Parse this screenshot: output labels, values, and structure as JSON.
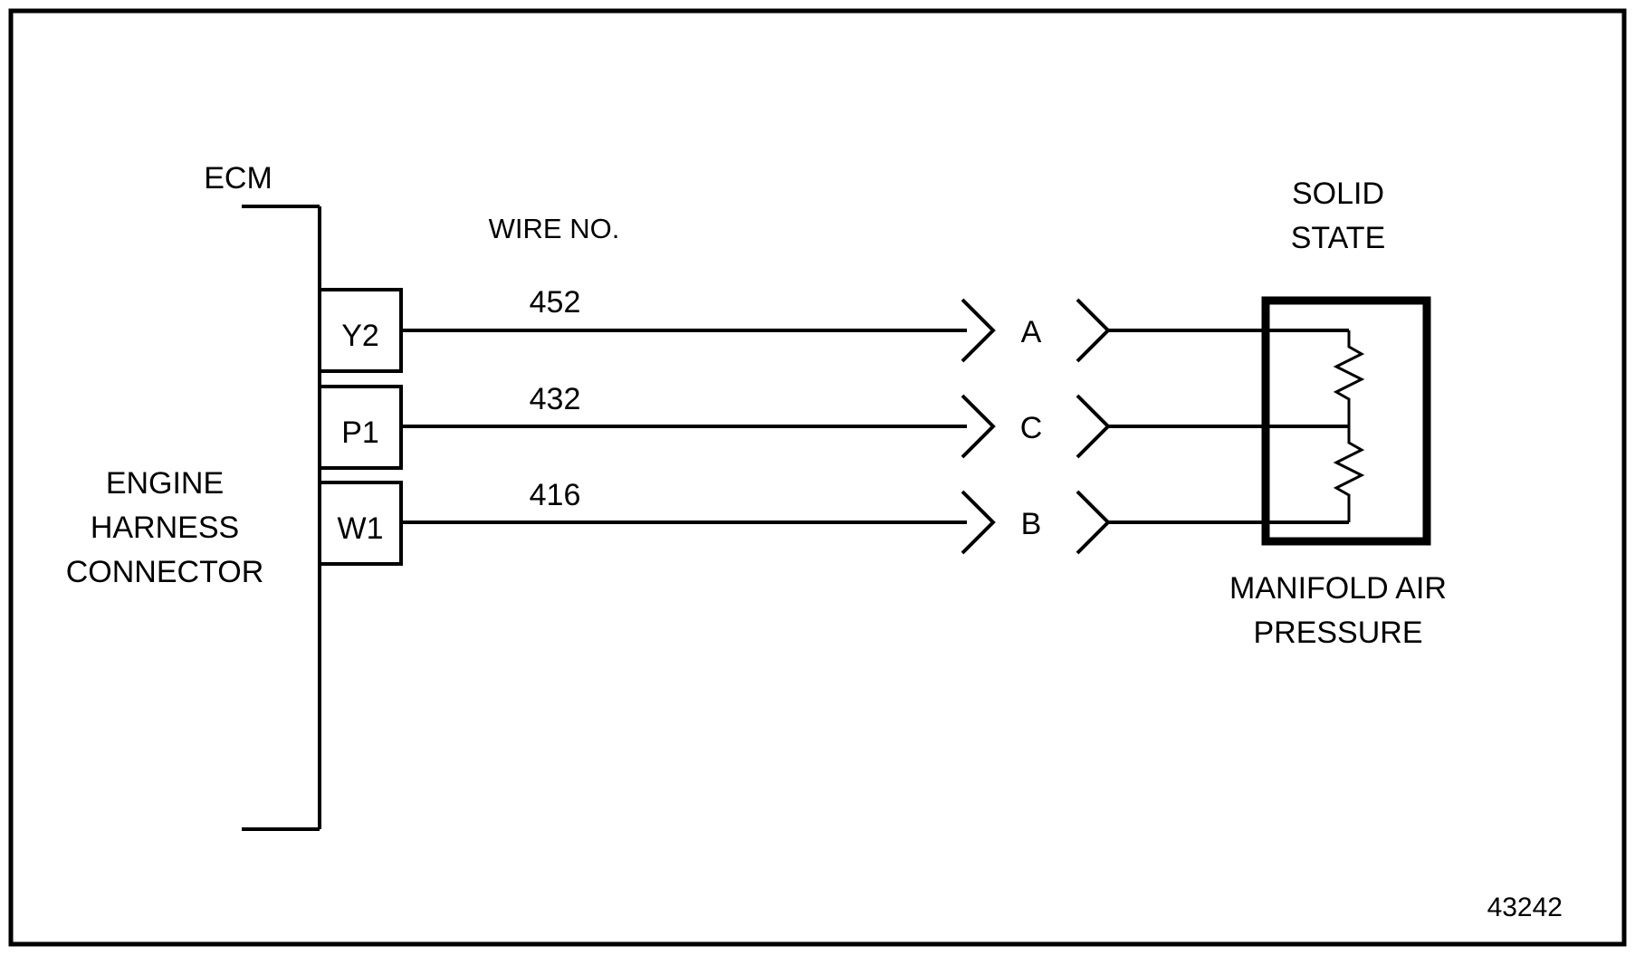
{
  "diagram": {
    "title_number": "43242",
    "ecm": {
      "label": "ECM",
      "harness_label_lines": [
        "ENGINE",
        "HARNESS",
        "CONNECTOR"
      ],
      "pins": [
        {
          "id": "Y2",
          "label": "Y2"
        },
        {
          "id": "P1",
          "label": "P1"
        },
        {
          "id": "W1",
          "label": "W1"
        }
      ]
    },
    "wire_header": "WIRE NO.",
    "wires": [
      {
        "wire_number": "452",
        "ecm_pin": "Y2",
        "terminal": "A"
      },
      {
        "wire_number": "432",
        "ecm_pin": "P1",
        "terminal": "C"
      },
      {
        "wire_number": "416",
        "ecm_pin": "W1",
        "terminal": "B"
      }
    ],
    "terminals": [
      {
        "label": "A"
      },
      {
        "label": "C"
      },
      {
        "label": "B"
      }
    ],
    "sensor": {
      "top_label_lines": [
        "SOLID",
        "STATE"
      ],
      "bottom_label_lines": [
        "MANIFOLD AIR",
        "PRESSURE"
      ]
    },
    "colors": {
      "ink": "#000000",
      "background": "#ffffff"
    }
  }
}
